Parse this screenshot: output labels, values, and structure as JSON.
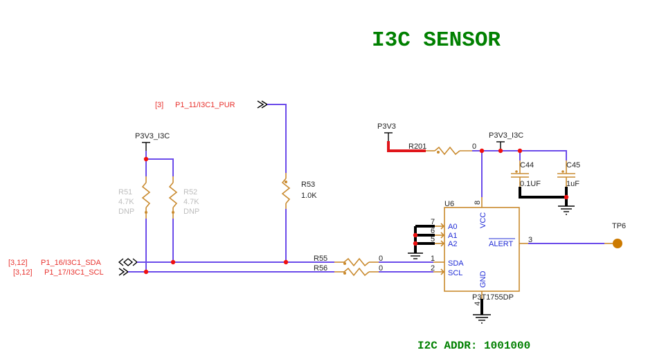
{
  "title": "I3C SENSOR",
  "footer_note": "I2C ADDR: 1001000",
  "colors": {
    "title": "#008000",
    "wire": "#6b4bea",
    "component": "#c98a2e",
    "net_label": "#e8322e",
    "dnp": "#bdbdbd",
    "pin_text": "#1f2bd6",
    "junction": "#ef1010"
  },
  "off_page_connectors": [
    {
      "ref": "[3]",
      "net": "P1_11/I3C1_PUR"
    },
    {
      "ref": "[3,12]",
      "net": "P1_16/I3C1_SDA"
    },
    {
      "ref": "[3,12]",
      "net": "P1_17/I3C1_SCL"
    }
  ],
  "power_symbols": {
    "p3v3_i3c_left": "P3V3_I3C",
    "p3v3": "P3V3",
    "p3v3_i3c_right": "P3V3_I3C"
  },
  "resistors": {
    "r51": {
      "ref": "R51",
      "value": "4.7K",
      "note": "DNP"
    },
    "r52": {
      "ref": "R52",
      "value": "4.7K",
      "note": "DNP"
    },
    "r53": {
      "ref": "R53",
      "value": "1.0K"
    },
    "r55": {
      "ref": "R55",
      "value": "0"
    },
    "r56": {
      "ref": "R56",
      "value": "0"
    },
    "r201": {
      "ref": "R201",
      "value": "0"
    }
  },
  "capacitors": {
    "c44": {
      "ref": "C44",
      "value": "0.1UF"
    },
    "c45": {
      "ref": "C45",
      "value": "1uF"
    }
  },
  "ic": {
    "ref": "U6",
    "part": "P3T1755DP",
    "pins": {
      "a0": {
        "name": "A0",
        "num": "7"
      },
      "a1": {
        "name": "A1",
        "num": "6"
      },
      "a2": {
        "name": "A2",
        "num": "5"
      },
      "sda": {
        "name": "SDA",
        "num": "1"
      },
      "scl": {
        "name": "SCL",
        "num": "2"
      },
      "vcc": {
        "name": "VCC",
        "num": "8"
      },
      "gnd": {
        "name": "GND",
        "num": "4"
      },
      "alert": {
        "name": "ALERT",
        "num": "3"
      }
    }
  },
  "test_point": {
    "ref": "TP6"
  }
}
